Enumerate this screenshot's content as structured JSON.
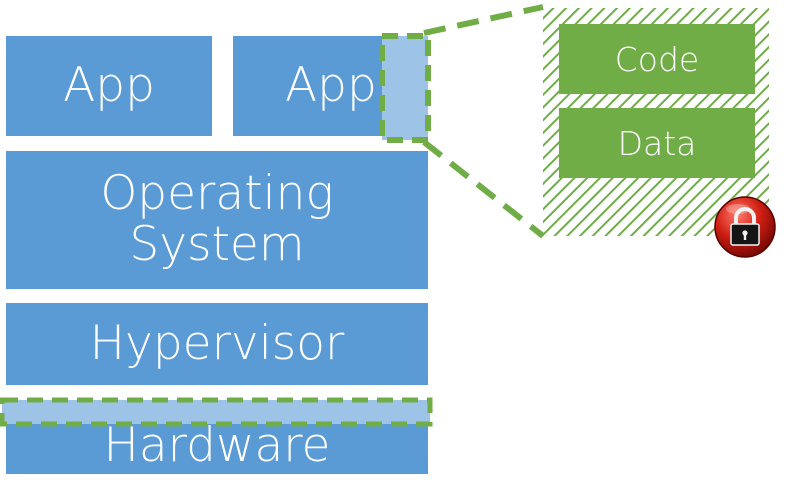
{
  "layers": {
    "app_left": "App",
    "app_right": "App",
    "os": "Operating\nSystem",
    "hypervisor": "Hypervisor",
    "hardware": "Hardware"
  },
  "enclave": {
    "code": "Code",
    "data": "Data"
  },
  "icons": {
    "lock": "lock-icon"
  },
  "colors": {
    "layer_blue": "#5b9bd5",
    "protected_light_blue": "#9dc3e6",
    "enclave_green": "#70ad47",
    "lock_red": "#c00000"
  }
}
